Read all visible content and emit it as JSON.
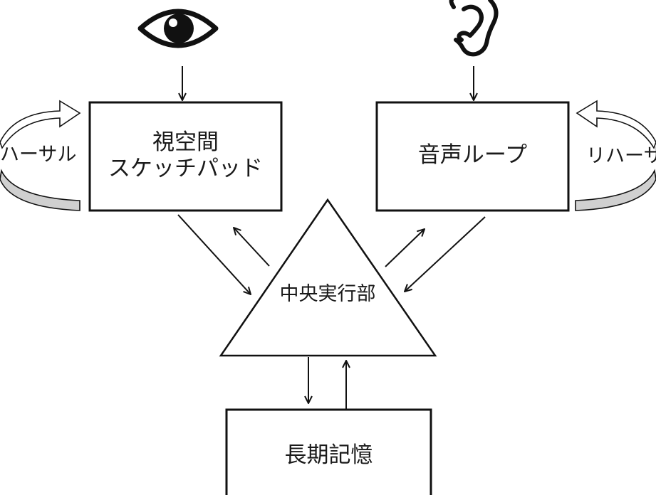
{
  "diagram": {
    "title": "Working memory model",
    "nodes": {
      "visuospatial": {
        "line1": "視空間",
        "line2": "スケッチパッド"
      },
      "phonological": {
        "label": "音声ループ"
      },
      "central_executive": {
        "label": "中央実行部"
      },
      "long_term_memory": {
        "label": "長期記憶"
      }
    },
    "rehearsal_left": {
      "label": "リハーサル",
      "visible_text": "ハーサル"
    },
    "rehearsal_right": {
      "label": "リハーサル",
      "visible_text": "リハーサ"
    },
    "icons": {
      "visual_input": "eye-icon",
      "auditory_input": "ear-icon"
    },
    "colors": {
      "stroke": "#111111",
      "rehearsal_fill": "#d0d0d0",
      "background": "#ffffff"
    },
    "edges": [
      {
        "from": "eye",
        "to": "visuospatial"
      },
      {
        "from": "ear",
        "to": "phonological"
      },
      {
        "from": "visuospatial",
        "to": "central_executive"
      },
      {
        "from": "central_executive",
        "to": "visuospatial"
      },
      {
        "from": "phonological",
        "to": "central_executive"
      },
      {
        "from": "central_executive",
        "to": "phonological"
      },
      {
        "from": "central_executive",
        "to": "long_term_memory"
      },
      {
        "from": "long_term_memory",
        "to": "central_executive"
      }
    ]
  }
}
